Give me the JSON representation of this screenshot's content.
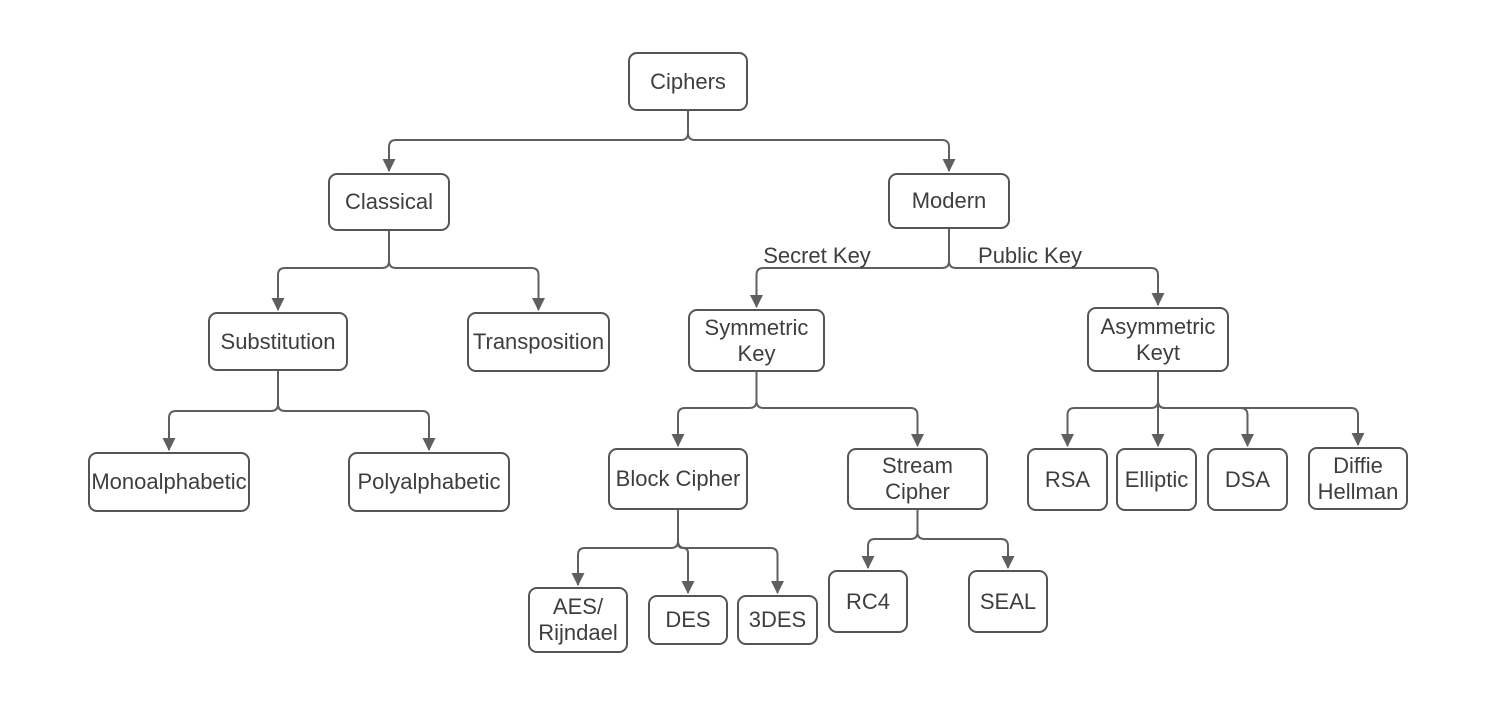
{
  "diagram": {
    "colors": {
      "node_border": "#555555",
      "connector": "#5f5f5f",
      "text": "#3e3e3e",
      "background": "#ffffff"
    },
    "nodes": [
      {
        "id": "ciphers",
        "label": "Ciphers"
      },
      {
        "id": "classical",
        "label": "Classical"
      },
      {
        "id": "modern",
        "label": "Modern"
      },
      {
        "id": "substitution",
        "label": "Substitution"
      },
      {
        "id": "transposition",
        "label": "Transposition"
      },
      {
        "id": "monoalphabetic",
        "label": "Monoalphabetic"
      },
      {
        "id": "polyalphabetic",
        "label": "Polyalphabetic"
      },
      {
        "id": "symmetric-key",
        "label": "Symmetric\nKey"
      },
      {
        "id": "asymmetric-keyt",
        "label": "Asymmetric\nKeyt"
      },
      {
        "id": "block-cipher",
        "label": "Block Cipher"
      },
      {
        "id": "stream-cipher",
        "label": "Stream\nCipher"
      },
      {
        "id": "aes-rijndael",
        "label": "AES/\nRijndael"
      },
      {
        "id": "des",
        "label": "DES"
      },
      {
        "id": "3des",
        "label": "3DES"
      },
      {
        "id": "rc4",
        "label": "RC4"
      },
      {
        "id": "seal",
        "label": "SEAL"
      },
      {
        "id": "rsa",
        "label": "RSA"
      },
      {
        "id": "elliptic",
        "label": "Elliptic"
      },
      {
        "id": "dsa",
        "label": "DSA"
      },
      {
        "id": "diffie-hellman",
        "label": "Diffie\nHellman"
      }
    ],
    "edges": [
      {
        "from": "ciphers",
        "to": "classical",
        "label": ""
      },
      {
        "from": "ciphers",
        "to": "modern",
        "label": ""
      },
      {
        "from": "classical",
        "to": "substitution",
        "label": ""
      },
      {
        "from": "classical",
        "to": "transposition",
        "label": ""
      },
      {
        "from": "modern",
        "to": "symmetric-key",
        "label": "Secret Key"
      },
      {
        "from": "modern",
        "to": "asymmetric-keyt",
        "label": "Public Key"
      },
      {
        "from": "substitution",
        "to": "monoalphabetic",
        "label": ""
      },
      {
        "from": "substitution",
        "to": "polyalphabetic",
        "label": ""
      },
      {
        "from": "symmetric-key",
        "to": "block-cipher",
        "label": ""
      },
      {
        "from": "symmetric-key",
        "to": "stream-cipher",
        "label": ""
      },
      {
        "from": "block-cipher",
        "to": "aes-rijndael",
        "label": ""
      },
      {
        "from": "block-cipher",
        "to": "des",
        "label": ""
      },
      {
        "from": "block-cipher",
        "to": "3des",
        "label": ""
      },
      {
        "from": "stream-cipher",
        "to": "rc4",
        "label": ""
      },
      {
        "from": "stream-cipher",
        "to": "seal",
        "label": ""
      },
      {
        "from": "asymmetric-keyt",
        "to": "rsa",
        "label": ""
      },
      {
        "from": "asymmetric-keyt",
        "to": "elliptic",
        "label": ""
      },
      {
        "from": "asymmetric-keyt",
        "to": "dsa",
        "label": ""
      },
      {
        "from": "asymmetric-keyt",
        "to": "diffie-hellman",
        "label": ""
      }
    ]
  }
}
